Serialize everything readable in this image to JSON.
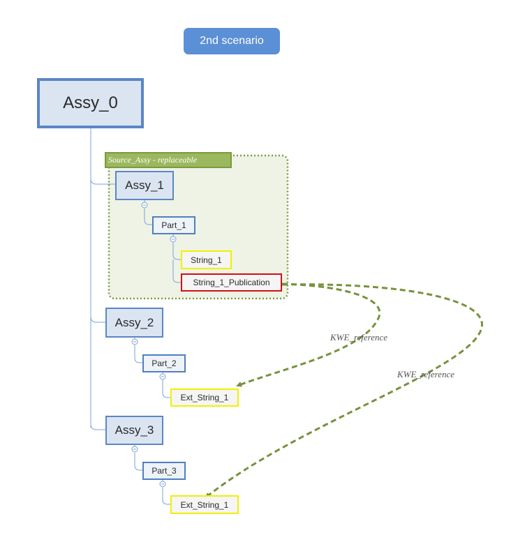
{
  "scenario_label": "2nd scenario",
  "group_label": "Source_Assy - replaceable",
  "nodes": {
    "assy0": "Assy_0",
    "assy1": "Assy_1",
    "part1": "Part_1",
    "string1": "String_1",
    "string1_pub": "String_1_Publication",
    "assy2": "Assy_2",
    "part2": "Part_2",
    "ext_string_a": "Ext_String_1",
    "assy3": "Assy_3",
    "part3": "Part_3",
    "ext_string_b": "Ext_String_1"
  },
  "edges": {
    "ref_a_label": "KWE_reference",
    "ref_b_label": "KWE_reference"
  },
  "colors": {
    "group_fill": "#eef3e6",
    "group_border": "#7c9a3d",
    "reference_arrow": "#76923c",
    "tree_line": "#7aa3d4"
  }
}
